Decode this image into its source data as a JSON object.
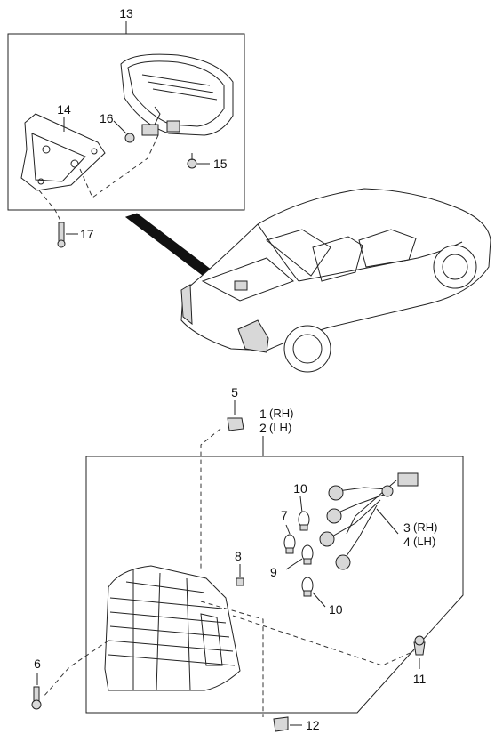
{
  "callouts": {
    "c13": "13",
    "c14": "14",
    "c16": "16",
    "c15": "15",
    "c17": "17",
    "c5": "5",
    "c1": "1",
    "c1_side": "(RH)",
    "c2": "2",
    "c2_side": "(LH)",
    "c10a": "10",
    "c7": "7",
    "c3": "3",
    "c3_side": "(RH)",
    "c4": "4",
    "c4_side": "(LH)",
    "c8": "8",
    "c9": "9",
    "c10b": "10",
    "c6": "6",
    "c11": "11",
    "c12": "12"
  }
}
